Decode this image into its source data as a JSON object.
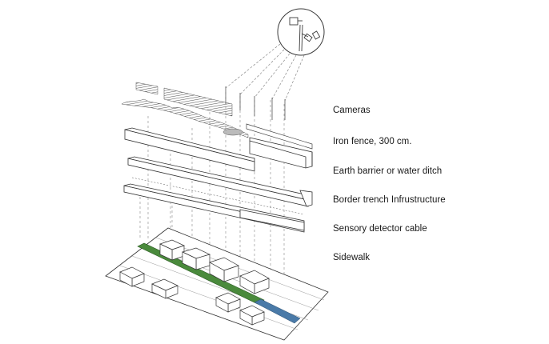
{
  "layers": [
    {
      "label": "Cameras"
    },
    {
      "label": "Iron fence, 300 cm."
    },
    {
      "label": "Earth barrier or water ditch"
    },
    {
      "label": "Border trench Infrustructure"
    },
    {
      "label": "Sensory detector cable"
    },
    {
      "label": "Sidewalk"
    }
  ],
  "colors": {
    "line": "#3a3a3a",
    "vegetation": "#4a8a3c",
    "road_strip": "#4a7aa8"
  }
}
